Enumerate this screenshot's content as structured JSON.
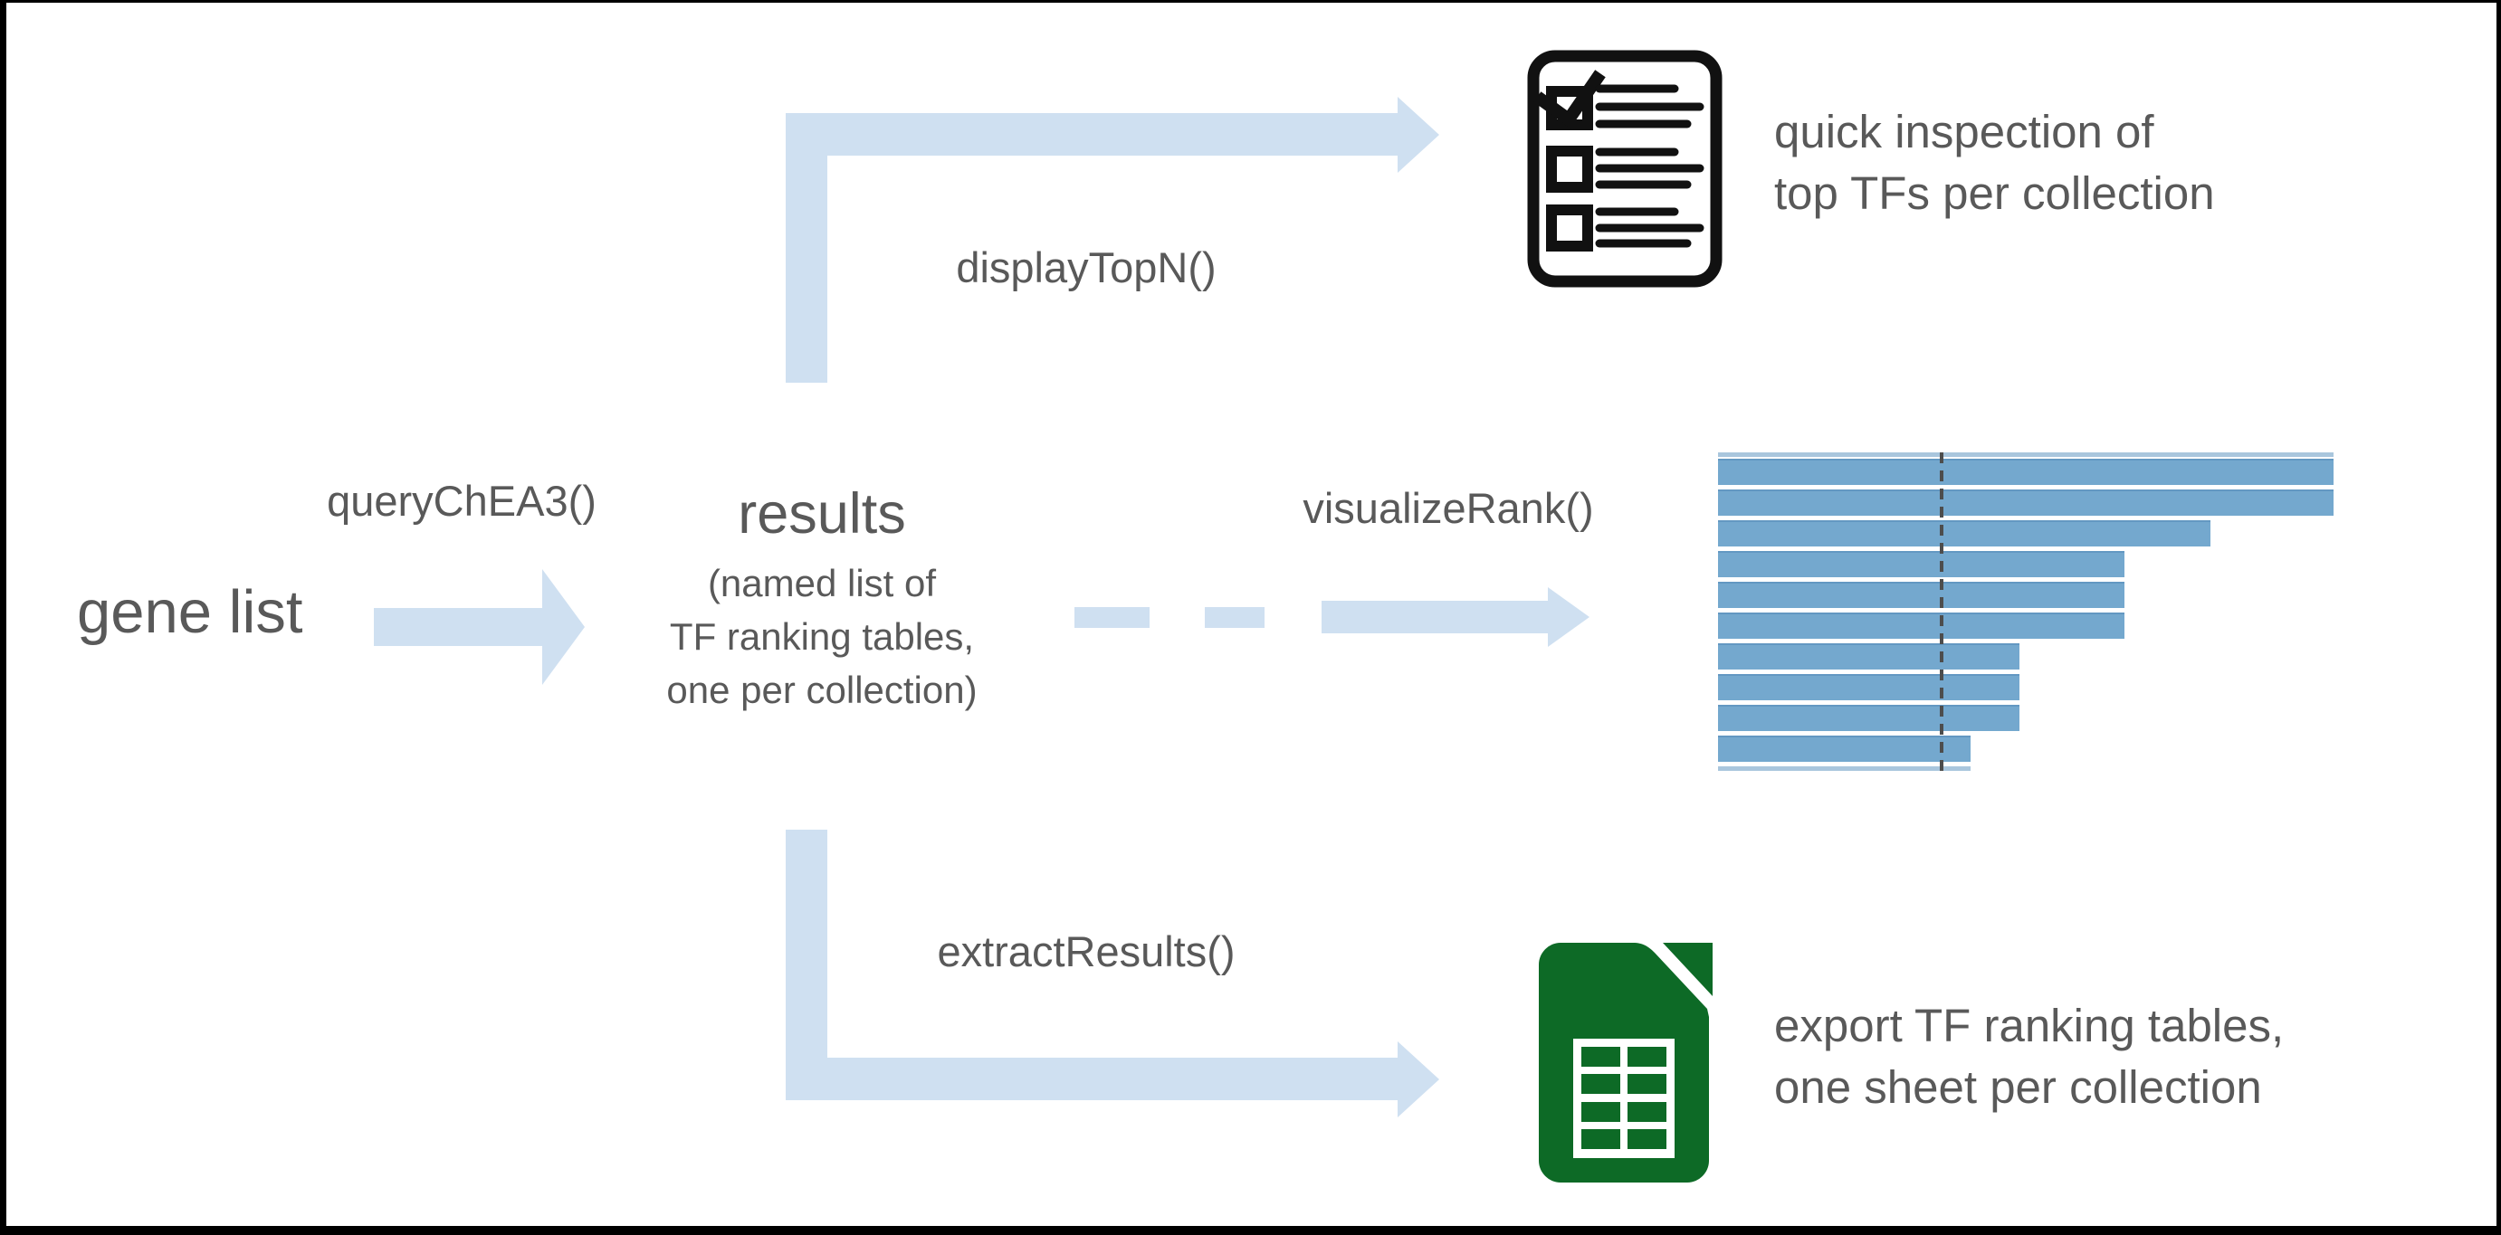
{
  "labels": {
    "gene_list": "gene list",
    "query_fn": "queryChEA3()",
    "results_title": "results",
    "results_sub_line1": "(named list of",
    "results_sub_line2": "TF ranking tables,",
    "results_sub_line3": "one per collection)",
    "display_topn_fn": "displayTopN()",
    "visualize_rank_fn": "visualizeRank()",
    "extract_results_fn": "extractResults()",
    "quick_caption_line1": "quick inspection of",
    "quick_caption_line2": "top TFs per collection",
    "export_caption_line1": "export TF ranking tables,",
    "export_caption_line2": "one sheet per collection"
  },
  "icons": {
    "checklist": "checklist-document-icon",
    "spreadsheet": "spreadsheet-sheets-icon"
  },
  "colors": {
    "arrow_blue": "#cfe0f1",
    "bar_blue": "#74a8ce",
    "bar_blue_clipped": "#a9c6dd",
    "dashed_line_gray": "#4d4d4d",
    "text_gray": "#595959",
    "icon_black": "#111111",
    "sheets_green": "#0d6a26",
    "frame_black": "#000000"
  },
  "chart_data": {
    "type": "bar",
    "orientation": "horizontal",
    "title": "",
    "xlabel": "",
    "ylabel": "",
    "legend": false,
    "grid": false,
    "axis_labels_visible": false,
    "values_percent_of_longest": [
      100,
      100,
      80,
      66,
      66,
      66,
      49,
      49,
      49,
      41
    ],
    "clipped_top_bar_percent": 100,
    "clipped_bottom_bar_percent": 41,
    "reference_line_percent": 36,
    "reference_line_style": "vertical dashed"
  }
}
